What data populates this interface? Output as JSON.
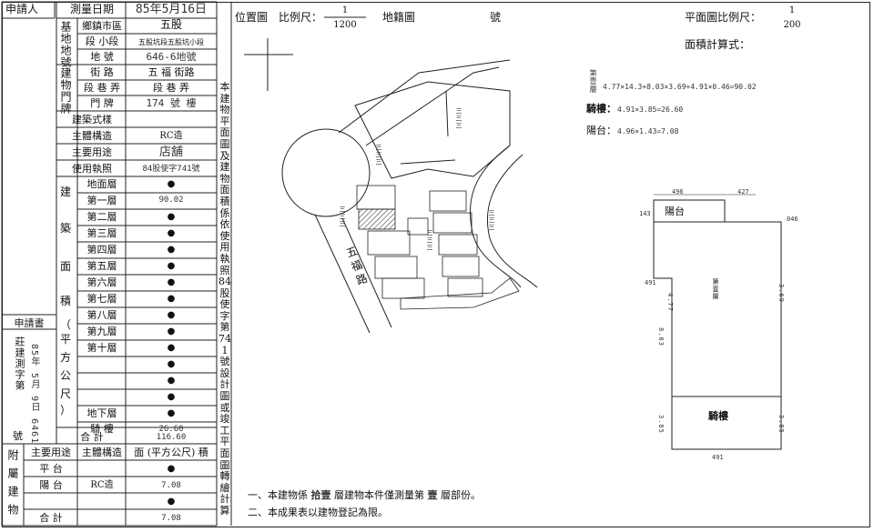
{
  "form": {
    "applicant_label": "申請人",
    "survey_date_label": "測量日期",
    "survey_date_value": "85年5月16日",
    "base_group": "基地地號",
    "township_label": "鄉鎮市區",
    "township_value": "五股",
    "section_label": "段 小段",
    "section_value": "五股坑段五股坑小段",
    "lot_label": "地 號",
    "lot_value": "646-6地號",
    "door_group": "建物門牌",
    "street_label": "街 路",
    "street_value": "五 福 街路",
    "lane_label": "段 巷 弄",
    "lane_value": "段 巷 弄",
    "number_label": "門 牌",
    "number_value": "174 號 樓",
    "style_label": "建築式樣",
    "structure_label": "主體構造",
    "structure_value": "RC造",
    "use_label": "主要用途",
    "use_value": "店舖",
    "license_label": "使用執照",
    "license_value": "84股使字741號",
    "area_group_1": "建",
    "area_group_2": "築",
    "area_group_3": "面",
    "area_group_4": "積",
    "unit_paren_open": "（",
    "unit_1": "平",
    "unit_2": "方",
    "unit_3": "公",
    "unit_4": "尺",
    "unit_paren_close": "）",
    "floors": [
      "地面層",
      "第一層",
      "第二層",
      "第三層",
      "第四層",
      "第五層",
      "第六層",
      "第七層",
      "第八層",
      "第九層",
      "第十層"
    ],
    "floor_values": [
      "●",
      "90.02",
      "●",
      "●",
      "●",
      "●",
      "●",
      "●",
      "●",
      "●",
      "●"
    ],
    "extra_values": [
      "●",
      "●",
      "●"
    ],
    "basement_label": "地下層",
    "basement_value": "●",
    "arcade_label": "騎 樓",
    "arcade_value": "26.60",
    "total_label": "合 計",
    "total_value": "116.60",
    "app_doc_label": "申請書",
    "app_doc_num": "莊建測字第",
    "app_doc_hw": "85年 5月 9日 6461",
    "app_doc_suffix": "號",
    "annex_label": "附屬建物",
    "annex_h1": "主要用途",
    "annex_h2": "主體構造",
    "annex_h3": "面 (平方公尺) 積",
    "annex_r1_use": "平 台",
    "annex_r1_val": "●",
    "annex_r2_use": "陽 台",
    "annex_r2_struct": "RC造",
    "annex_r2_val": "7.08",
    "annex_r3_val": "●",
    "annex_total_label": "合 計",
    "annex_total_val": "7.08"
  },
  "vertical_caption": "本建物平面圖及建物面積係依使用執照84股使字第741號設計圖或竣工平面圖轉繪計算",
  "location": {
    "title": "位置圖",
    "scale_label": "比例尺：",
    "scale_num": "1",
    "scale_den": "1200",
    "cadastral_label": "地籍圖",
    "number_suffix": "號",
    "road_label": "五福路",
    "lot_labels": [
      "三三三",
      "三三三",
      "三三三",
      "三三三",
      "三三三"
    ]
  },
  "plan": {
    "scale_label": "平面圖比例尺：",
    "scale_num": "1",
    "scale_den": "200",
    "calc_title": "面積計算式：",
    "calc_first_label": "第壹層",
    "calc_first": "4.77×14.3+8.03×3.69+4.91×0.46=90.02",
    "calc_arcade_label": "騎樓：",
    "calc_arcade": "4.91×3.85=26.60",
    "calc_balcony_label": "陽台：",
    "calc_balcony": "4.96×1.43=7.08",
    "balcony": "陽台",
    "first_floor": "第壹層",
    "arcade": "騎樓",
    "dims": [
      "496",
      "427",
      "143",
      "046",
      "491",
      "3.69",
      "8.03",
      "4.77",
      "3.85",
      "3.85",
      "491"
    ]
  },
  "notes": {
    "note1_pre": "一、本建物係",
    "note1_hw": "拾壹",
    "note1_mid": "層建物本件僅測量第",
    "note1_hw2": "壹",
    "note1_post": "層部份。",
    "note2": "二、本成果表以建物登記為限。"
  }
}
